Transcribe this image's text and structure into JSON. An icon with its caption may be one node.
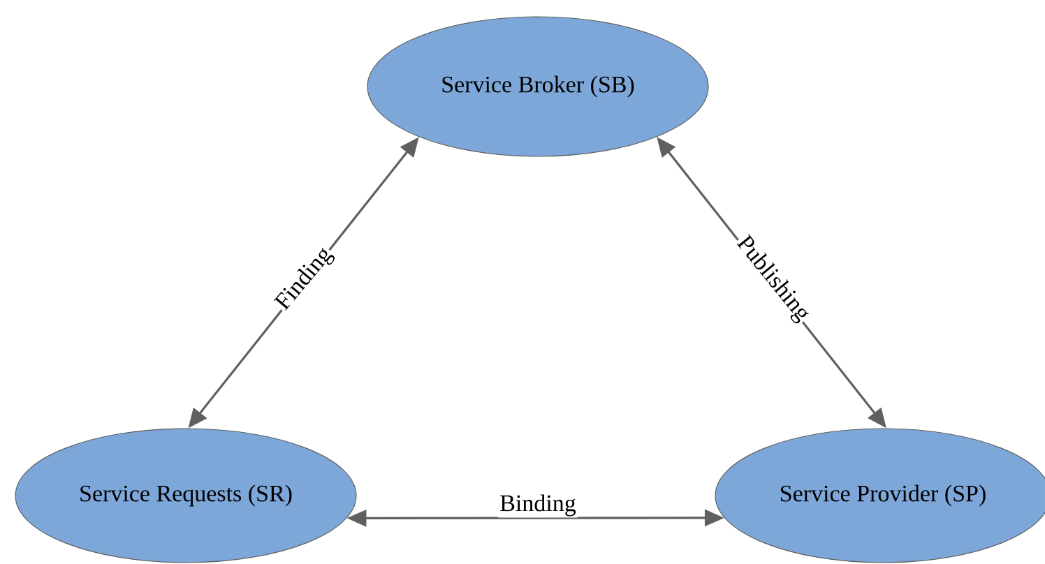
{
  "diagram": {
    "nodes": [
      {
        "text": [
          "Service Broker (SB)"
        ]
      },
      {
        "text": [
          "Service Requests (SR)"
        ]
      },
      {
        "text": [
          "Service Provider (SP)"
        ]
      }
    ],
    "edges": [
      {
        "from": 0,
        "to": 1,
        "arrow": "both",
        "label": "Finding"
      },
      {
        "from": 0,
        "to": 2,
        "arrow": "both",
        "label": "Publishing"
      },
      {
        "from": 1,
        "to": 2,
        "arrow": "both",
        "label": "Binding"
      }
    ]
  }
}
